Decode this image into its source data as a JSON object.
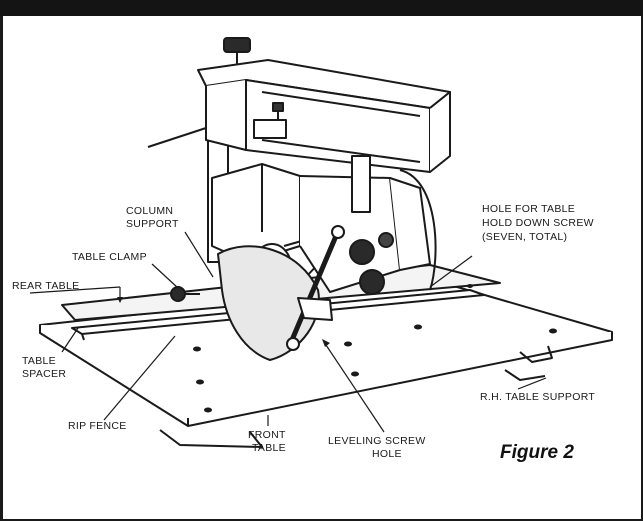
{
  "figure": {
    "caption": "Figure 2"
  },
  "labels": {
    "column_support_1": "COLUMN",
    "column_support_2": "SUPPORT",
    "table_clamp": "TABLE CLAMP",
    "rear_table": "REAR TABLE",
    "table_spacer_1": "TABLE",
    "table_spacer_2": "SPACER",
    "rip_fence": "RIP FENCE",
    "front_table_1": "FRONT",
    "front_table_2": "TABLE",
    "leveling_1": "LEVELING SCREW",
    "leveling_2": "HOLE",
    "rh_support": "R.H. TABLE SUPPORT",
    "hole_1": "HOLE FOR TABLE",
    "hole_2": "HOLD DOWN SCREW",
    "hole_3": "(SEVEN, TOTAL)"
  },
  "colors": {
    "ink": "#1a1a1a",
    "paper": "#ffffff"
  }
}
